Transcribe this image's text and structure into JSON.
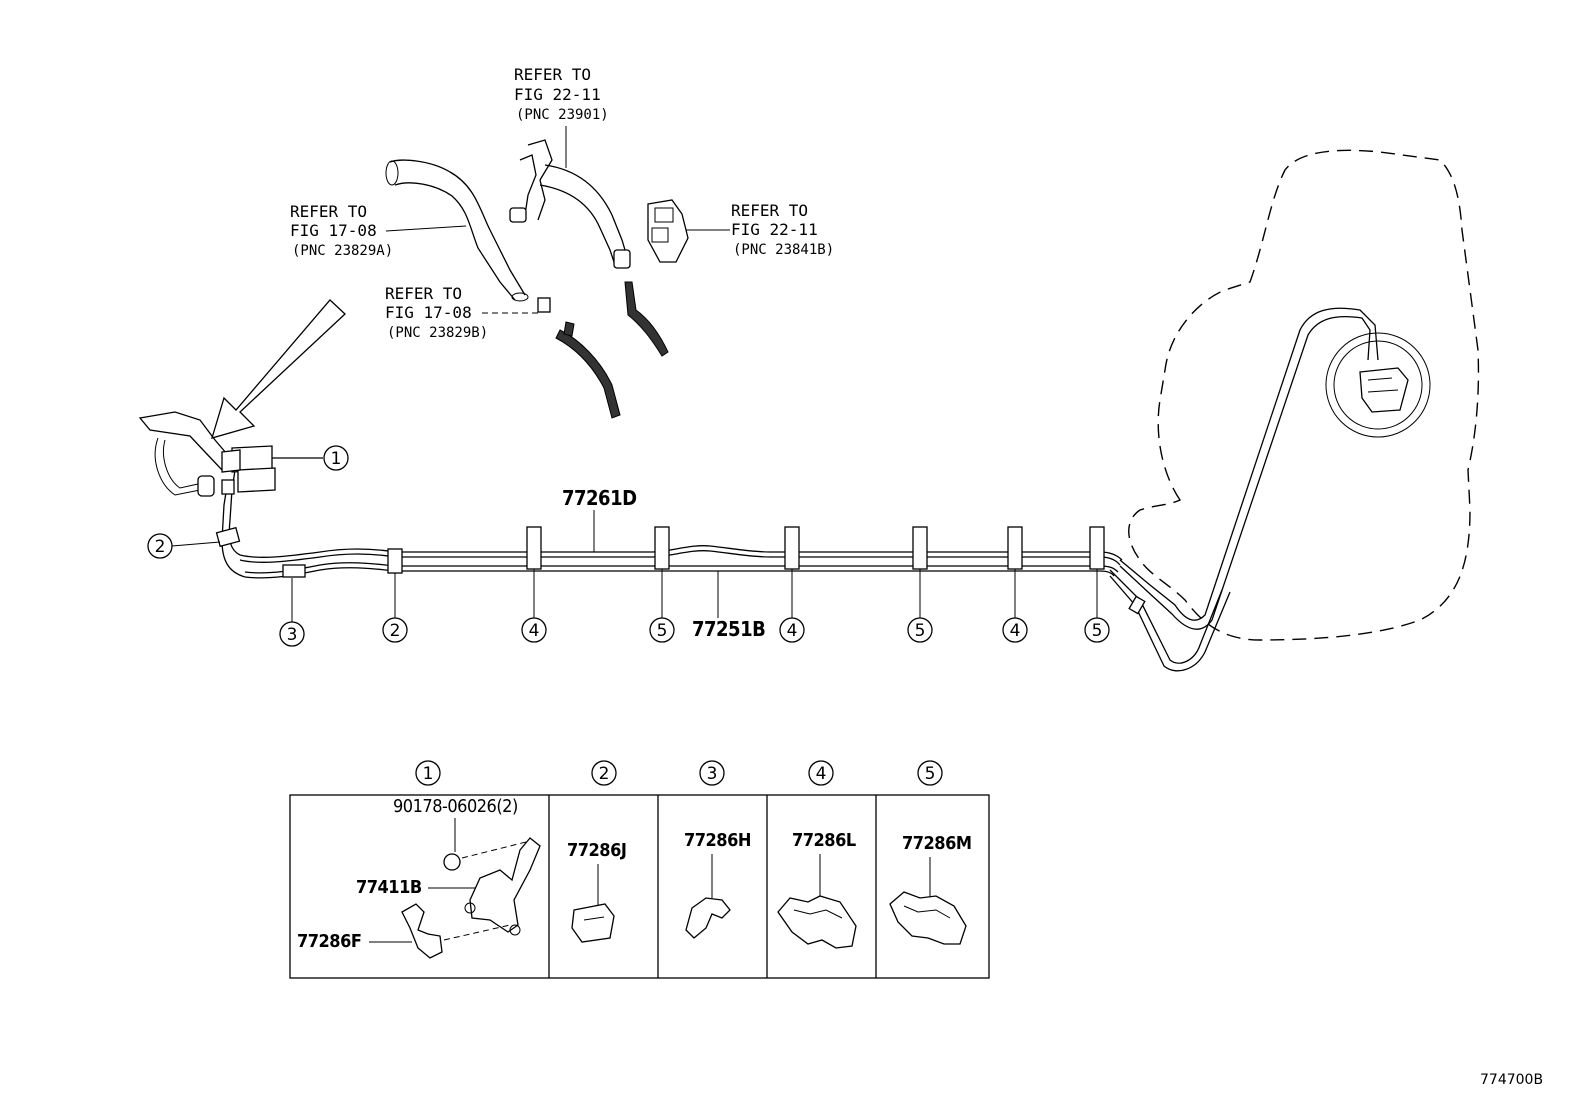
{
  "refs": {
    "r1": {
      "l1": "REFER TO",
      "l2": "FIG 22-11",
      "l3": "(PNC 23901)"
    },
    "r2": {
      "l1": "REFER TO",
      "l2": "FIG 17-08",
      "l3": "(PNC 23829A)"
    },
    "r3": {
      "l1": "REFER TO",
      "l2": "FIG 22-11",
      "l3": "(PNC 23841B)"
    },
    "r4": {
      "l1": "REFER TO",
      "l2": "FIG 17-08",
      "l3": "(PNC 23829B)"
    }
  },
  "parts": {
    "tube_upper": "77261D",
    "tube_lower": "77251B"
  },
  "callouts": {
    "c1": "1",
    "c2": "2",
    "c3": "3",
    "c4": "4",
    "c5": "5"
  },
  "detail_table": {
    "headers": [
      "1",
      "2",
      "3",
      "4",
      "5"
    ],
    "cell1": {
      "bolt": "90178-06026(2)",
      "bracket": "77411B",
      "clamp": "77286F"
    },
    "cell2": "77286J",
    "cell3": "77286H",
    "cell4": "77286L",
    "cell5": "77286M"
  },
  "figure_id": "774700B"
}
